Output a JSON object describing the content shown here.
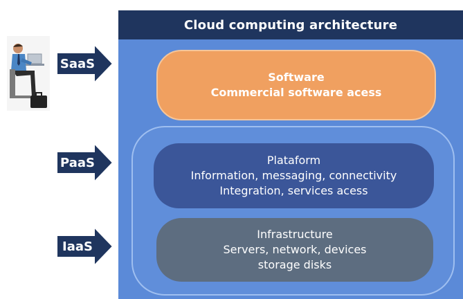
{
  "header": {
    "title": "Cloud computing architecture"
  },
  "layers": {
    "software": {
      "title": "Software",
      "lines": [
        "Commercial software acess"
      ]
    },
    "platform": {
      "title": "Plataform",
      "lines": [
        "Information, messaging, connectivity",
        "Integration, services acess"
      ]
    },
    "infrastructure": {
      "title": "Infrastructure",
      "lines": [
        "Servers, network, devices",
        "storage disks"
      ]
    }
  },
  "arrows": {
    "saas": "SaaS",
    "paas": "PaaS",
    "iaas": "IaaS"
  },
  "colors": {
    "panel": "#5b8ad8",
    "header": "#1f355e",
    "software": "#f0a060",
    "platform": "#3b5699",
    "infrastructure": "#5d6d80",
    "arrow": "#1f355e"
  }
}
